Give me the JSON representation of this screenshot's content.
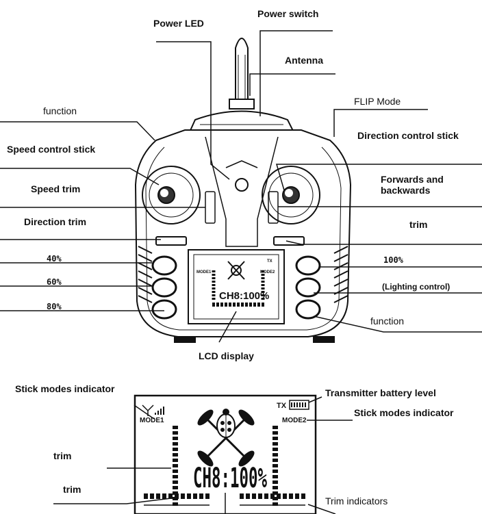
{
  "labels": {
    "power_switch": "Power switch",
    "power_led": "Power LED",
    "antenna": "Antenna",
    "function_top": "function",
    "flip_mode": "FLIP Mode",
    "speed_control_stick": "Speed control stick",
    "direction_control_stick": "Direction control stick",
    "speed_trim": "Speed trim",
    "forwards_backwards": "Forwards and backwards",
    "direction_trim": "Direction trim",
    "trim_right": "trim",
    "pct_40": "40%",
    "pct_60": "60%",
    "pct_80": "80%",
    "pct_100": "100%",
    "lighting_control": "(Lighting control)",
    "function_bottom": "function",
    "lcd_display": "LCD display",
    "stick_modes_indicator_left": "Stick modes indicator",
    "transmitter_battery_level": "Transmitter battery level",
    "stick_modes_indicator_right": "Stick modes indicator",
    "trim_lower_1": "trim",
    "trim_lower_2": "trim",
    "trim_indicators": "Trim indicators"
  },
  "lcd": {
    "mode1": "MODE1",
    "mode2": "MODE2",
    "tx": "TX",
    "channel": "CH8:100%"
  }
}
